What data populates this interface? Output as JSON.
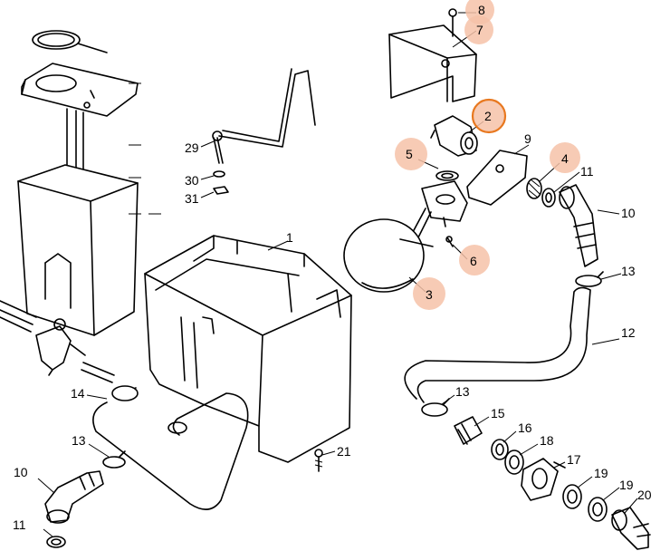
{
  "callouts": [
    {
      "id": "1",
      "label": "1"
    },
    {
      "id": "2",
      "label": "2"
    },
    {
      "id": "3",
      "label": "3"
    },
    {
      "id": "4",
      "label": "4"
    },
    {
      "id": "5",
      "label": "5"
    },
    {
      "id": "6",
      "label": "6"
    },
    {
      "id": "7",
      "label": "7"
    },
    {
      "id": "8",
      "label": "8"
    },
    {
      "id": "9",
      "label": "9"
    },
    {
      "id": "10a",
      "label": "10"
    },
    {
      "id": "10b",
      "label": "10"
    },
    {
      "id": "11a",
      "label": "11"
    },
    {
      "id": "11b",
      "label": "11"
    },
    {
      "id": "12",
      "label": "12"
    },
    {
      "id": "13a",
      "label": "13"
    },
    {
      "id": "13b",
      "label": "13"
    },
    {
      "id": "13c",
      "label": "13"
    },
    {
      "id": "14",
      "label": "14"
    },
    {
      "id": "15",
      "label": "15"
    },
    {
      "id": "16",
      "label": "16"
    },
    {
      "id": "17",
      "label": "17"
    },
    {
      "id": "18",
      "label": "18"
    },
    {
      "id": "19a",
      "label": "19"
    },
    {
      "id": "19b",
      "label": "19"
    },
    {
      "id": "20",
      "label": "20"
    },
    {
      "id": "21",
      "label": "21"
    },
    {
      "id": "29",
      "label": "29"
    },
    {
      "id": "30",
      "label": "30"
    },
    {
      "id": "31",
      "label": "31"
    }
  ],
  "highlighted_callouts": [
    "2",
    "3",
    "4",
    "5",
    "6",
    "7",
    "8"
  ],
  "selected_callout": "2",
  "colors": {
    "highlight": "#f6c2a8",
    "selected_ring": "#e8781f",
    "line": "#000000"
  }
}
